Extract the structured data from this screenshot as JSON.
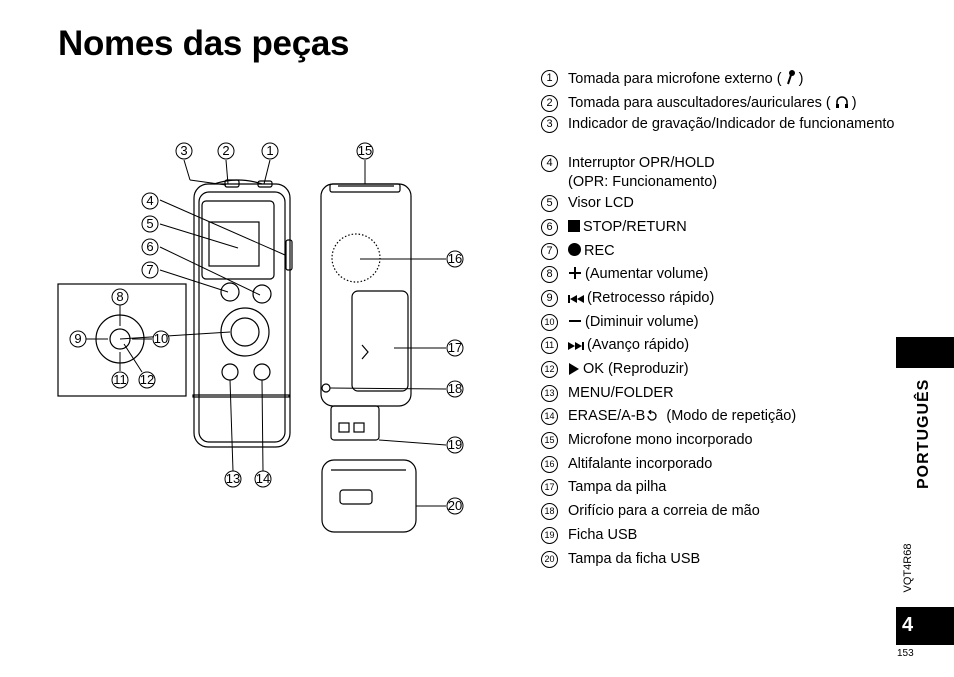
{
  "page_title": "Nomes das peças",
  "parts": [
    {
      "num": "1",
      "text": "Tomada para microfone externo (",
      "suffix": ")",
      "icon": "microphone-icon"
    },
    {
      "num": "2",
      "text": "Tomada para auscultadores/auriculares (",
      "suffix": ")",
      "icon": "headphones-icon"
    },
    {
      "num": "3",
      "text": "Indicador de gravação/Indicador de funcionamento"
    },
    {
      "num": "4",
      "text": "Interruptor OPR/HOLD",
      "text2": "(OPR: Funcionamento)"
    },
    {
      "num": "5",
      "text": "Visor LCD"
    },
    {
      "num": "6",
      "text": "STOP/RETURN",
      "icon": "stop-icon"
    },
    {
      "num": "7",
      "text": "REC",
      "icon": "record-icon"
    },
    {
      "num": "8",
      "text": "(Aumentar volume)",
      "icon": "plus-icon"
    },
    {
      "num": "9",
      "text": "(Retrocesso rápido)",
      "icon": "rewind-icon"
    },
    {
      "num": "10",
      "text": "(Diminuir volume)",
      "icon": "minus-icon"
    },
    {
      "num": "11",
      "text": "(Avanço rápido)",
      "icon": "fast-forward-icon"
    },
    {
      "num": "12",
      "text": "OK (Reproduzir)",
      "icon": "play-icon"
    },
    {
      "num": "13",
      "text": "MENU/FOLDER"
    },
    {
      "num": "14",
      "text": "ERASE/",
      "mid": "A-B",
      "suffix": " (Modo de repetição)",
      "icon": "repeat-icon"
    },
    {
      "num": "15",
      "text": "Microfone mono incorporado"
    },
    {
      "num": "16",
      "text": "Altifalante incorporado"
    },
    {
      "num": "17",
      "text": "Tampa da pilha"
    },
    {
      "num": "18",
      "text": "Orifício para a correia de mão"
    },
    {
      "num": "19",
      "text": "Ficha USB"
    },
    {
      "num": "20",
      "text": "Tampa da ficha USB"
    }
  ],
  "callouts": [
    "1",
    "2",
    "3",
    "4",
    "5",
    "6",
    "7",
    "8",
    "9",
    "10",
    "11",
    "12",
    "13",
    "14",
    "15",
    "16",
    "17",
    "18",
    "19",
    "20"
  ],
  "side_tab": {
    "language": "PORTUGUÊS",
    "model": "VQT4R68",
    "page_box": "4",
    "page_number": "153"
  }
}
